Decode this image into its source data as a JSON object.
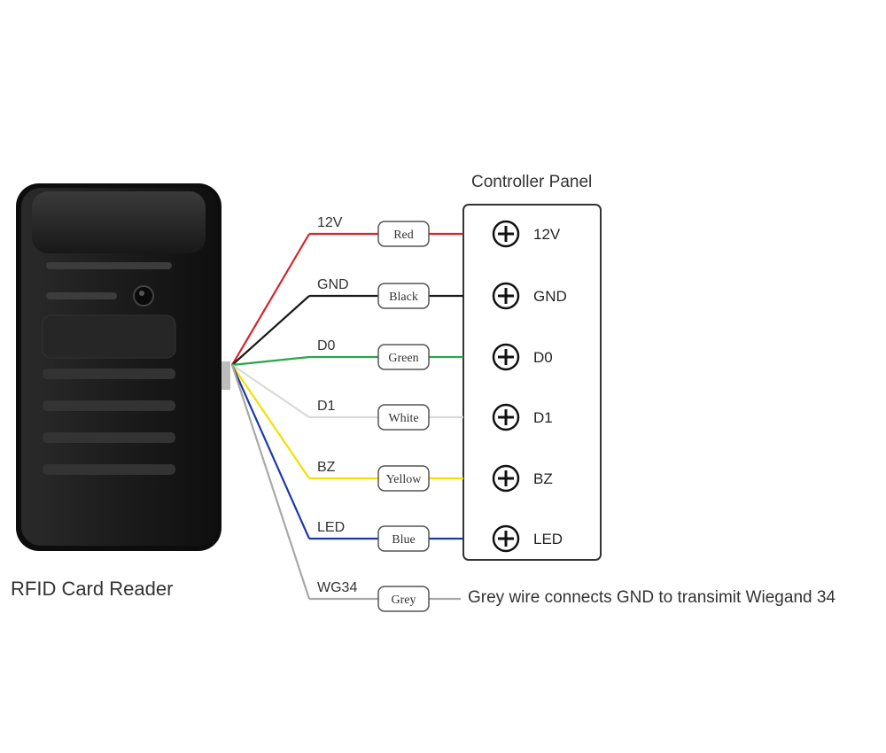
{
  "reader": {
    "caption": "RFID Card Reader"
  },
  "panel": {
    "title": "Controller Panel"
  },
  "wires": [
    {
      "signal": "12V",
      "color_name": "Red",
      "color": "#d8232a",
      "terminal": "12V"
    },
    {
      "signal": "GND",
      "color_name": "Black",
      "color": "#1a1a1a",
      "terminal": "GND"
    },
    {
      "signal": "D0",
      "color_name": "Green",
      "color": "#2aa54a",
      "terminal": "D0"
    },
    {
      "signal": "D1",
      "color_name": "White",
      "color": "#d9d9d9",
      "terminal": "D1"
    },
    {
      "signal": "BZ",
      "color_name": "Yellow",
      "color": "#f2e000",
      "terminal": "BZ"
    },
    {
      "signal": "LED",
      "color_name": "Blue",
      "color": "#1f3aa6",
      "terminal": "LED"
    },
    {
      "signal": "WG34",
      "color_name": "Grey",
      "color": "#a8a8a8",
      "terminal": ""
    }
  ],
  "note": "Grey wire connects GND to transimit Wiegand 34",
  "terminal_icon": "plus-terminal-icon"
}
